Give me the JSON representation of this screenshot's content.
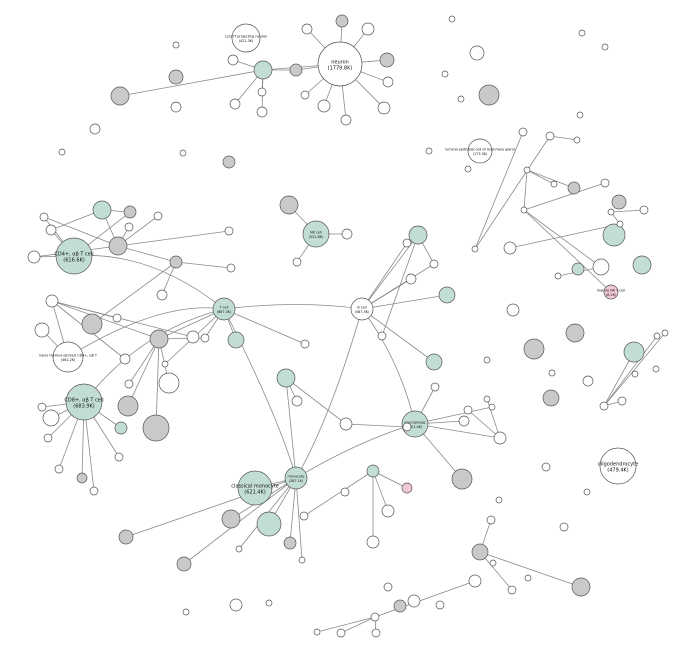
{
  "palette": {
    "gray": "#c9c9c9",
    "green": "#c2ded3",
    "white": "#ffffff",
    "pink": "#f1c8d8",
    "stroke": "#555555",
    "edge": "#8a8a8a"
  },
  "nodes": {
    "neuron": {
      "label": "neuron",
      "count": "(1779.8K)",
      "color": "white"
    },
    "l23_it": {
      "label": "L2/3 IT projecting neuron",
      "count": "(422.3K)",
      "color": "white"
    },
    "cd4_ab_t": {
      "label": "CD4+, αβ T cell",
      "count": "(616.6K)",
      "color": "green"
    },
    "cd8_ab_t": {
      "label": "CD8+, αβ T cell",
      "count": "(683.9K)",
      "color": "green"
    },
    "naive_cd4": {
      "label": "naive thymus-derived CD4+, αβ T",
      "count": "(462.2K)",
      "color": "white"
    },
    "nk_cell": {
      "label": "NK cell",
      "count": "(522.8K)",
      "color": "green"
    },
    "t_cell": {
      "label": "T cell",
      "count": "(687.3K)",
      "color": "green"
    },
    "b_cell": {
      "label": "B cell",
      "count": "(587.5K)",
      "color": "white"
    },
    "macrophage": {
      "label": "macrophage",
      "count": "(601.4K)",
      "color": "green"
    },
    "classical_mono": {
      "label": "classical monocyte",
      "count": "(621.4K)",
      "color": "green"
    },
    "oligodendrocyte": {
      "label": "oligodendrocyte",
      "count": "(479.4K)",
      "color": "white"
    },
    "monocyte": {
      "label": "monocyte",
      "count": "(287.1K)",
      "color": "green"
    },
    "luminal_epi": {
      "label": "luminal epithelial cell of mammary gland",
      "count": "(173.3K)",
      "color": "white"
    },
    "pink_cell": {
      "label": "mature NK T cell",
      "count": "(8.2K)",
      "color": "pink"
    }
  }
}
